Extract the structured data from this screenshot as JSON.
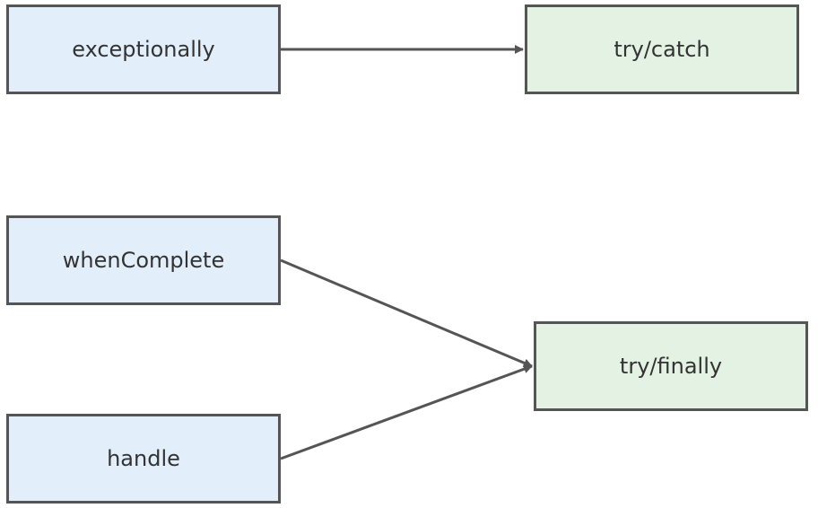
{
  "diagram": {
    "nodes": [
      {
        "id": "exceptionally",
        "label": "exceptionally",
        "group": "method"
      },
      {
        "id": "try_catch",
        "label": "try/catch",
        "group": "construct"
      },
      {
        "id": "whenComplete",
        "label": "whenComplete",
        "group": "method"
      },
      {
        "id": "handle",
        "label": "handle",
        "group": "method"
      },
      {
        "id": "try_finally",
        "label": "try/finally",
        "group": "construct"
      }
    ],
    "edges": [
      {
        "from": "exceptionally",
        "to": "try_catch"
      },
      {
        "from": "whenComplete",
        "to": "try_finally"
      },
      {
        "from": "handle",
        "to": "try_finally"
      }
    ],
    "colors": {
      "method_fill": "#e2eefa",
      "construct_fill": "#e3f2e3",
      "stroke": "#555555",
      "text": "#333333"
    }
  }
}
